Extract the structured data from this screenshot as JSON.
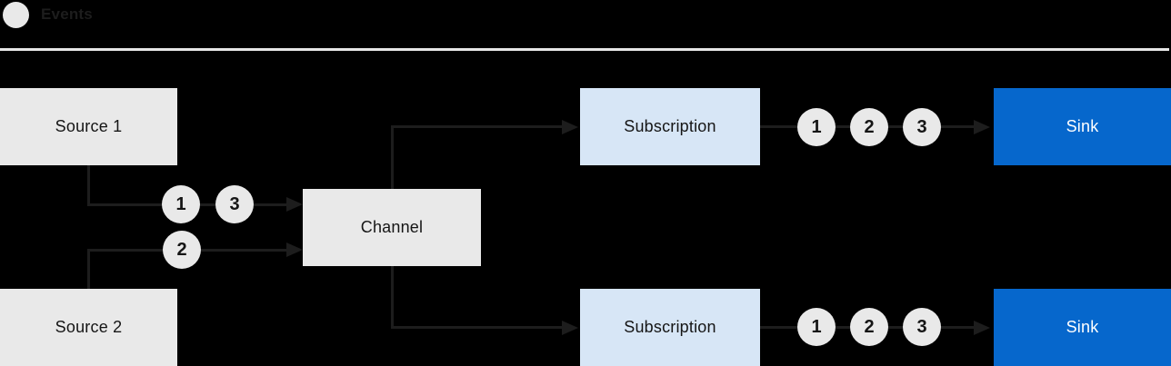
{
  "diagram": {
    "legend": {
      "label": "Events"
    },
    "nodes": {
      "source1": {
        "label": "Source 1"
      },
      "source2": {
        "label": "Source 2"
      },
      "channel": {
        "label": "Channel"
      },
      "subscription1": {
        "label": "Subscription"
      },
      "subscription2": {
        "label": "Subscription"
      },
      "sink1": {
        "label": "Sink"
      },
      "sink2": {
        "label": "Sink"
      }
    },
    "events": {
      "source1_to_channel": [
        "1",
        "3"
      ],
      "source2_to_channel": [
        "2"
      ],
      "subscription1_to_sink1": [
        "1",
        "2",
        "3"
      ],
      "subscription2_to_sink2": [
        "1",
        "2",
        "3"
      ]
    },
    "colors": {
      "background": "#000000",
      "source_channel_box": "#e9e9e9",
      "subscription_box": "#d7e6f6",
      "sink_box": "#0667cc",
      "event_circle": "#e9e9e9",
      "connector_line": "#1d1d1d",
      "divider_line": "#e6e6e6",
      "text_dark": "#151515",
      "text_light": "#ffffff"
    }
  }
}
